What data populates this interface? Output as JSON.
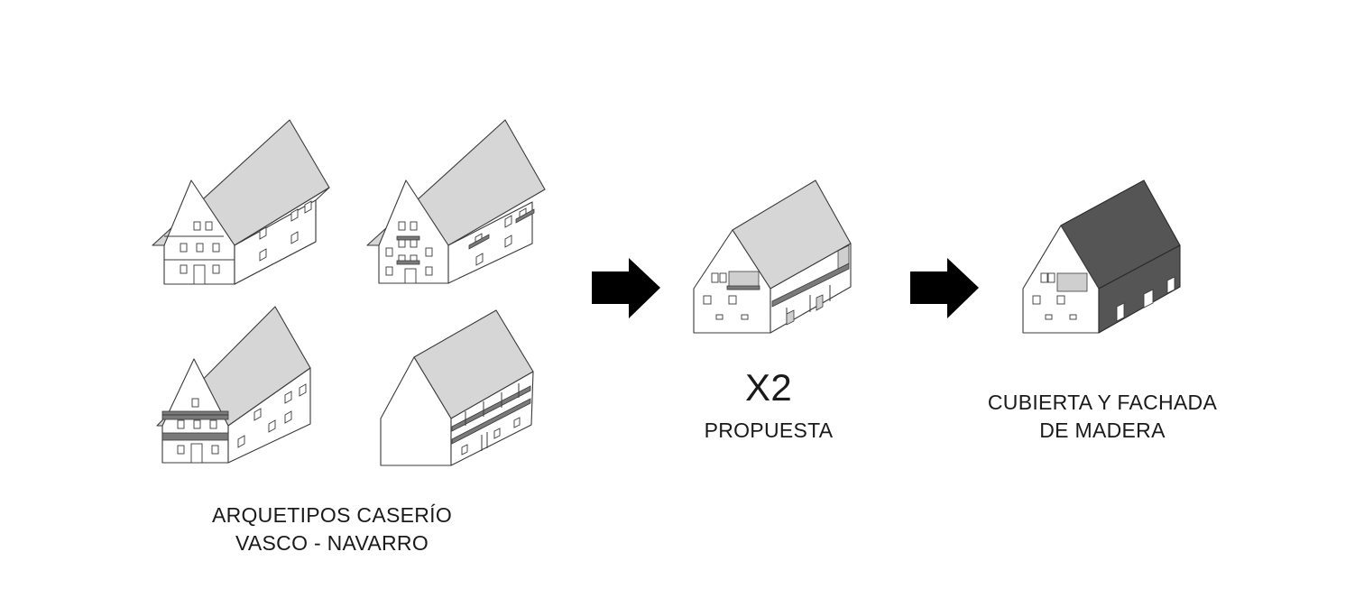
{
  "captions": {
    "archetypes_line1": "ARQUETIPOS CASERÍO",
    "archetypes_line2": "VASCO - NAVARRO",
    "proposal_multiplier": "X2",
    "proposal_label": "PROPUESTA",
    "final_line1": "CUBIERTA Y FACHADA",
    "final_line2": "DE MADERA"
  },
  "colors": {
    "roof": "#d6d6d6",
    "roof_wood": "#555555",
    "arrow": "#000000",
    "line": "#3a3a3a"
  }
}
